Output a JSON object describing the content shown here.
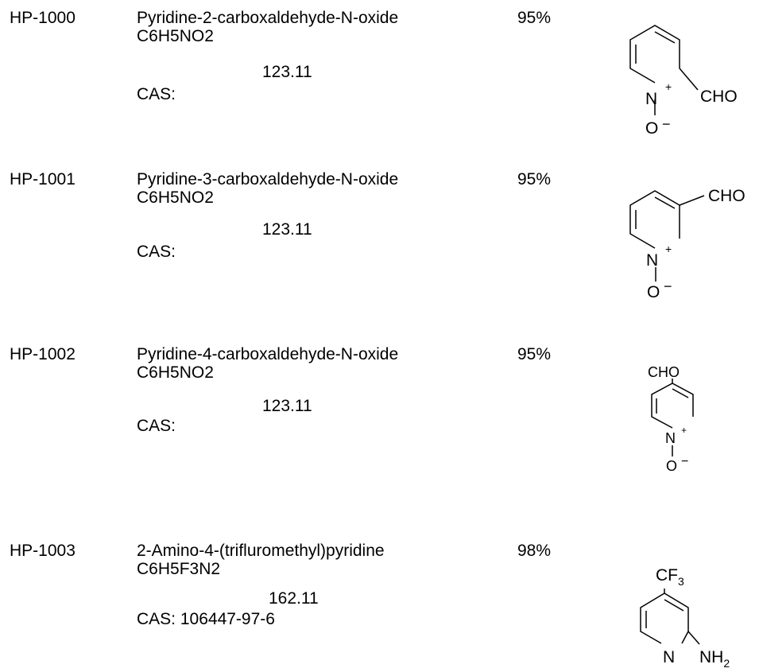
{
  "products": [
    {
      "code": "HP-1000",
      "name": "Pyridine-2-carboxaldehyde-N-oxide",
      "formula": "C6H5NO2",
      "mw": "123.11",
      "cas": "CAS:",
      "purity": "95%",
      "structure": {
        "substituent": "CHO",
        "ring_atom": "N",
        "charge_pos": "+",
        "oxygen": "O",
        "charge_neg": "−"
      }
    },
    {
      "code": "HP-1001",
      "name": "Pyridine-3-carboxaldehyde-N-oxide",
      "formula": "C6H5NO2",
      "mw": "123.11",
      "cas": "CAS:",
      "purity": "95%",
      "structure": {
        "substituent": "CHO",
        "ring_atom": "N",
        "charge_pos": "+",
        "oxygen": "O",
        "charge_neg": "−"
      }
    },
    {
      "code": "HP-1002",
      "name": "Pyridine-4-carboxaldehyde-N-oxide",
      "formula": "C6H5NO2",
      "mw": "123.11",
      "cas": "CAS:",
      "purity": "95%",
      "structure": {
        "substituent": "CHO",
        "ring_atom": "N",
        "charge_pos": "+",
        "oxygen": "O",
        "charge_neg": "−"
      }
    },
    {
      "code": "HP-1003",
      "name": "2-Amino-4-(trifluromethyl)pyridine",
      "formula": "C6H5F3N2",
      "mw": "162.11",
      "cas": "CAS: 106447-97-6",
      "purity": "98%",
      "structure": {
        "substituent": "CF",
        "substituent_sub": "3",
        "ring_atom": "N",
        "amine": "NH",
        "amine_sub": "2"
      }
    }
  ]
}
